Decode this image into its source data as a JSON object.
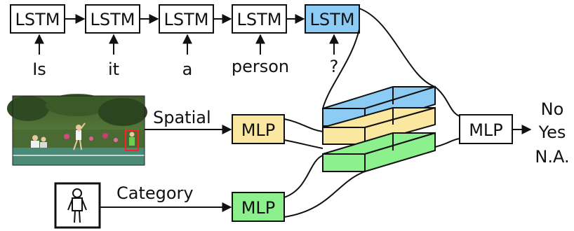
{
  "lstm_chain": {
    "cells": [
      {
        "label": "LSTM",
        "highlighted": false
      },
      {
        "label": "LSTM",
        "highlighted": false
      },
      {
        "label": "LSTM",
        "highlighted": false
      },
      {
        "label": "LSTM",
        "highlighted": false
      },
      {
        "label": "LSTM",
        "highlighted": true
      }
    ],
    "words": [
      "Is",
      "it",
      "a",
      "person",
      "?"
    ]
  },
  "spatial_branch": {
    "label": "Spatial",
    "mlp_label": "MLP"
  },
  "category_branch": {
    "label": "Category",
    "mlp_label": "MLP"
  },
  "output": {
    "mlp_label": "MLP",
    "answers": [
      "No",
      "Yes",
      "N.A."
    ]
  },
  "colors": {
    "lstm_highlight": "#8ccbf4",
    "spatial_mlp": "#fbe8a0",
    "category_mlp": "#8cf08c",
    "slab_blue": "#8ccbf4",
    "slab_yellow": "#fbe8a0",
    "slab_green": "#8cf08c",
    "bbox": "#ff2020"
  },
  "icons": {
    "scene": "tennis-scene-photo",
    "category": "person-category-icon"
  }
}
